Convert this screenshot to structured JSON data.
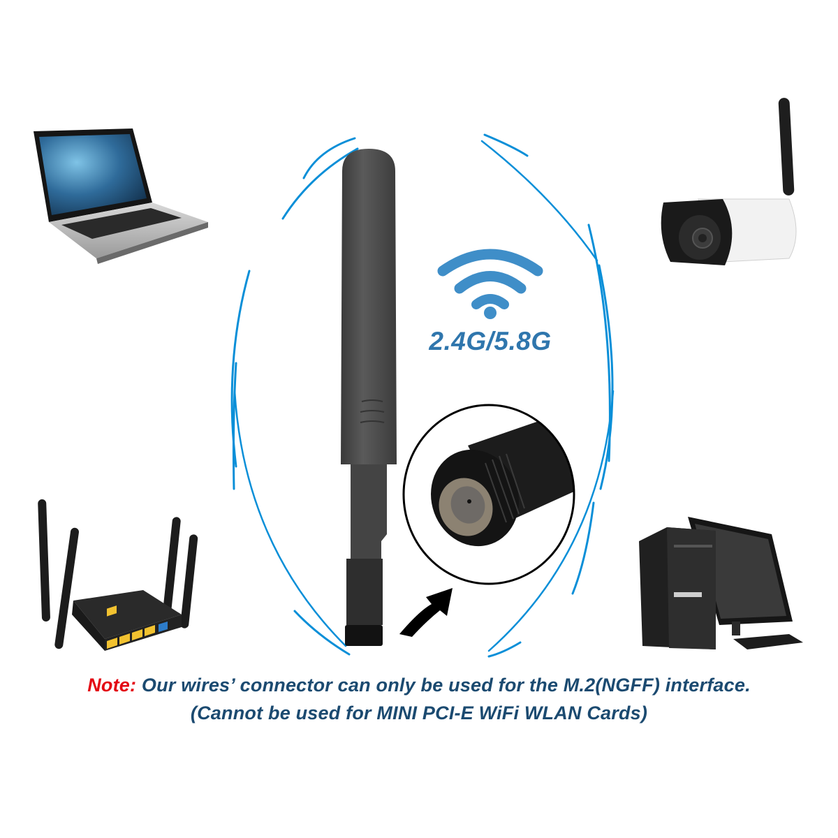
{
  "graphic": {
    "band_label": "2.4G/5.8G",
    "wifi_icon_color": "#3f8ec8",
    "signal_arc_color": "#0a8fd8",
    "devices": [
      {
        "name": "laptop",
        "position": "top-left"
      },
      {
        "name": "wireless security camera",
        "position": "top-right"
      },
      {
        "name": "4-antenna router",
        "position": "bottom-left"
      },
      {
        "name": "desktop computer",
        "position": "bottom-right"
      }
    ],
    "center_product": "dual-band paddle antenna",
    "inset": "SMA connector close-up"
  },
  "note": {
    "label": "Note:",
    "label_color": "#e30613",
    "line1": "Our wires’ connector can only be used for the M.2(NGFF) interface.",
    "line2": "(Cannot be used for MINI PCI-E WiFi WLAN Cards)",
    "text_color": "#1b4a70"
  }
}
